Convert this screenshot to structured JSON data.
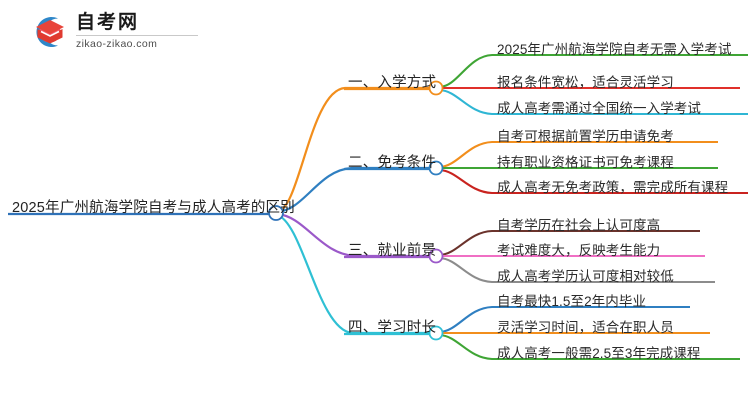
{
  "logo": {
    "name_cn": "自考网",
    "url": "zikao-zikao.com",
    "mark_icon": "graduation-cap-icon",
    "arc_color": "#1d7dc4",
    "cap_color": "#e8443a",
    "cap_top_color": "#ef5a6a"
  },
  "mindmap": {
    "root": {
      "label": "2025年广州航海学院自考与成人高考的区别",
      "underline_color": "#2f72b8",
      "node_color": "#2f72b8"
    },
    "branches": [
      {
        "label": "一、入学方式",
        "color": "#f28e1c",
        "node_color": "#f28e1c",
        "leaves": [
          {
            "label": "2025年广州航海学院自考无需入学考试",
            "color": "#3fa535"
          },
          {
            "label": "报名条件宽松，适合灵活学习",
            "color": "#e0302a"
          },
          {
            "label": "成人高考需通过全国统一入学考试",
            "color": "#2fb6d4"
          }
        ]
      },
      {
        "label": "二、免考条件",
        "color": "#2f7fc1",
        "node_color": "#2f7fc1",
        "leaves": [
          {
            "label": "自考可根据前置学历申请免考",
            "color": "#f28e1c"
          },
          {
            "label": "持有职业资格证书可免考课程",
            "color": "#3fa535"
          },
          {
            "label": "成人高考无免考政策，需完成所有课程",
            "color": "#c9231f"
          }
        ]
      },
      {
        "label": "三、就业前景",
        "color": "#9b59c9",
        "node_color": "#9b59c9",
        "leaves": [
          {
            "label": "自考学历在社会上认可度高",
            "color": "#6b332c"
          },
          {
            "label": "考试难度大，反映考生能力",
            "color": "#f06fc4"
          },
          {
            "label": "成人高考学历认可度相对较低",
            "color": "#8c8c8c"
          }
        ]
      },
      {
        "label": "四、学习时长",
        "color": "#2fc0d4",
        "node_color": "#2fc0d4",
        "leaves": [
          {
            "label": "自考最快1.5至2年内毕业",
            "color": "#2f7fc1"
          },
          {
            "label": "灵活学习时间，适合在职人员",
            "color": "#f28e1c"
          },
          {
            "label": "成人高考一般需2.5至3年完成课程",
            "color": "#3fa535"
          }
        ]
      }
    ]
  }
}
